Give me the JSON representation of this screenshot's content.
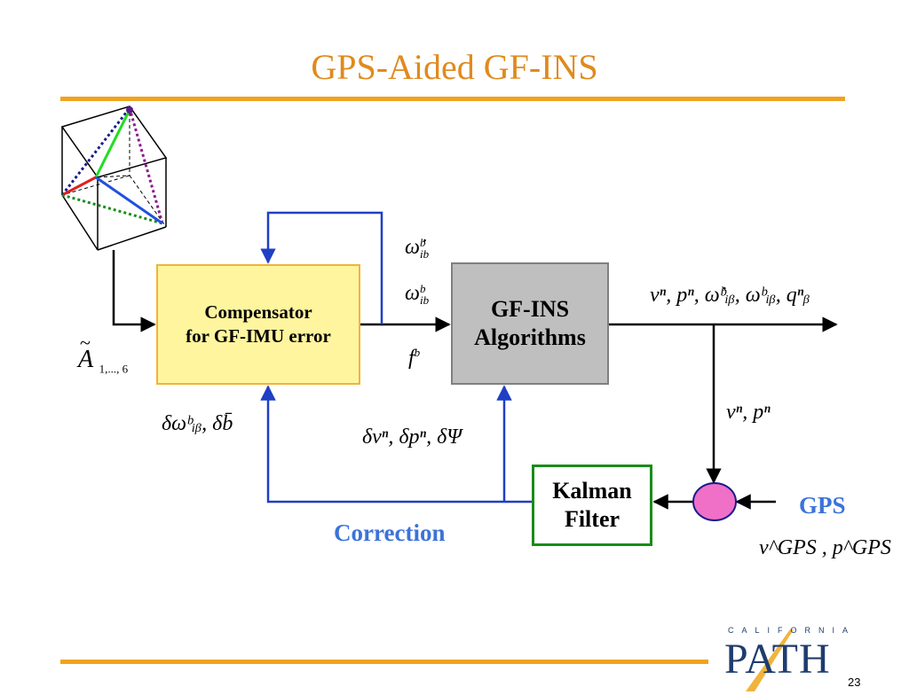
{
  "title": "GPS-Aided GF-INS",
  "blocks": {
    "compensator": {
      "line1": "Compensator",
      "line2": "for GF-IMU error"
    },
    "gfins": {
      "line1": "GF-INS",
      "line2": "Algorithms"
    },
    "kalman": {
      "line1": "Kalman",
      "line2": "Filter"
    }
  },
  "labels": {
    "input_A": "A",
    "input_A_sub": "1,..., 6",
    "omega_dot": "ω̇",
    "omega": "ω",
    "ib_sub": "ib",
    "b_sup": "b",
    "f": "f",
    "outputs": "vⁿ, pⁿ, ω̇ᵇᵢᵦ, ωᵇᵢᵦ, qⁿᵦ",
    "vp_split": "vⁿ, pⁿ",
    "comp_correction": "δωᵇᵢᵦ, δb̄",
    "ins_correction": "δvⁿ, δpⁿ, δΨ",
    "gps": "GPS",
    "gps_meas": "v^GPS , p^GPS",
    "correction": "Correction"
  },
  "logo": {
    "letters": "CALIFORNIA",
    "word": "PATH"
  },
  "page_number": "23",
  "colors": {
    "title": "#e08a1e",
    "rule": "#f0a31e",
    "feedback": "#1f3fc4",
    "highlight": "#3b73d9",
    "fusion": "#f070c8"
  }
}
